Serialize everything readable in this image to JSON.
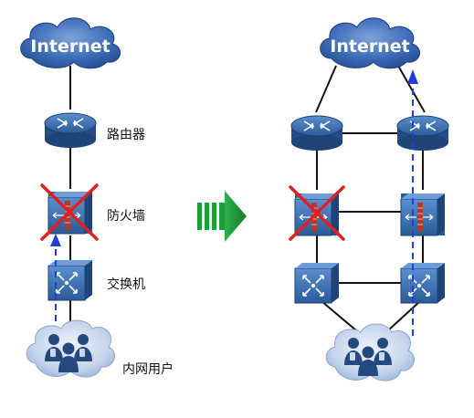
{
  "left_diagram": {
    "internet": "Internet",
    "router_label": "路由器",
    "firewall_label": "防火墙",
    "switch_label": "交换机",
    "users_label": "内网用户"
  },
  "right_diagram": {
    "internet": "Internet"
  },
  "colors": {
    "cloud": "#2f5ea8",
    "cloud_light": "#6c93d3",
    "device": "#3a6fb4",
    "device_dark": "#234d86",
    "failure_cross": "#e02020",
    "traffic_path": "#1f3fd6",
    "arrow_green": "#1e9e3a",
    "link": "#111111"
  },
  "icons": {
    "router": "router-icon",
    "firewall": "firewall-icon",
    "switch": "switch-icon",
    "users": "user-group-icon",
    "transition": "right-arrow-icon"
  }
}
